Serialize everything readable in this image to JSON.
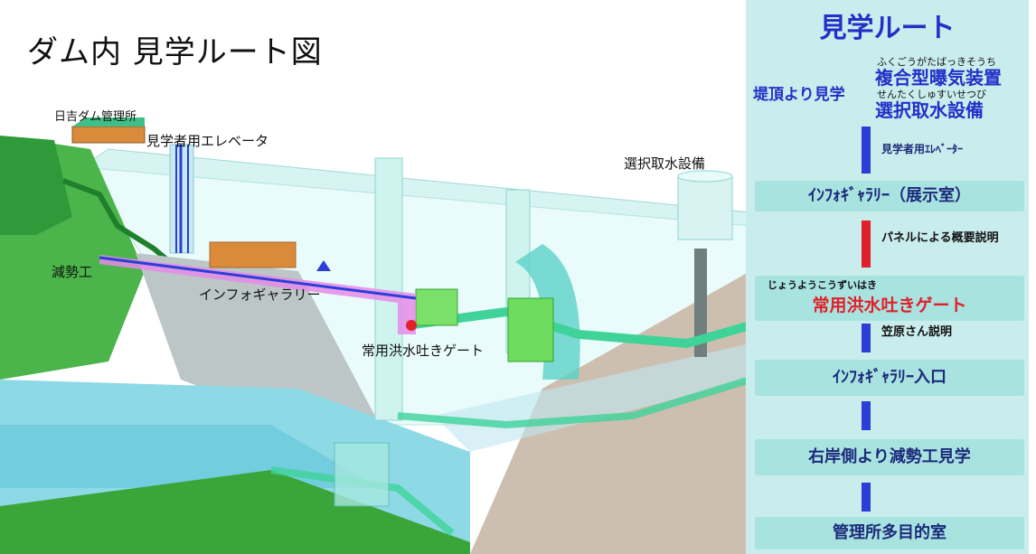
{
  "title": "ダム内 見学ルート図",
  "diagram_labels": {
    "office": "日吉ダム管理所",
    "elevator": "見学者用エレベータ",
    "intake_tower": "選択取水設備",
    "stilling_basin": "減勢工",
    "info_gallery": "インフォギャラリー",
    "flood_gate": "常用洪水吐きゲート"
  },
  "route": {
    "title": "見学ルート",
    "start_label": "堤頂より見学",
    "stop1_reading": "ふくごうがたばっきそうち",
    "stop1": "複合型曝気装置",
    "stop2_reading": "せんたくしゅすいせつび",
    "stop2": "選択取水設備",
    "link1": "見学者用ｴﾚﾍﾞｰﾀｰ",
    "box1": "ｲﾝﾌｫｷﾞｬﾗﾘｰ（展示室）",
    "link2": "パネルによる概要説明",
    "box2_reading": "じょうようこうずいはき",
    "box2": "常用洪水吐きゲート",
    "link3": "笠原さん説明",
    "box3": "ｲﾝﾌｫｷﾞｬﾗﾘｰ入口",
    "box4": "右岸側より減勢工見学",
    "box5": "管理所多目的室"
  },
  "colors": {
    "route_title": "#2230c8",
    "highlight_red": "#e0202a",
    "connector_blue": "#2c3ed6",
    "box_fill": "#a8e3e0",
    "panel_fill": "#c9ecec",
    "grass": "#3aa63a",
    "water": "#7fd6e6",
    "pipe_green": "#3fd39a",
    "gallery_pink": "#e58be8"
  }
}
